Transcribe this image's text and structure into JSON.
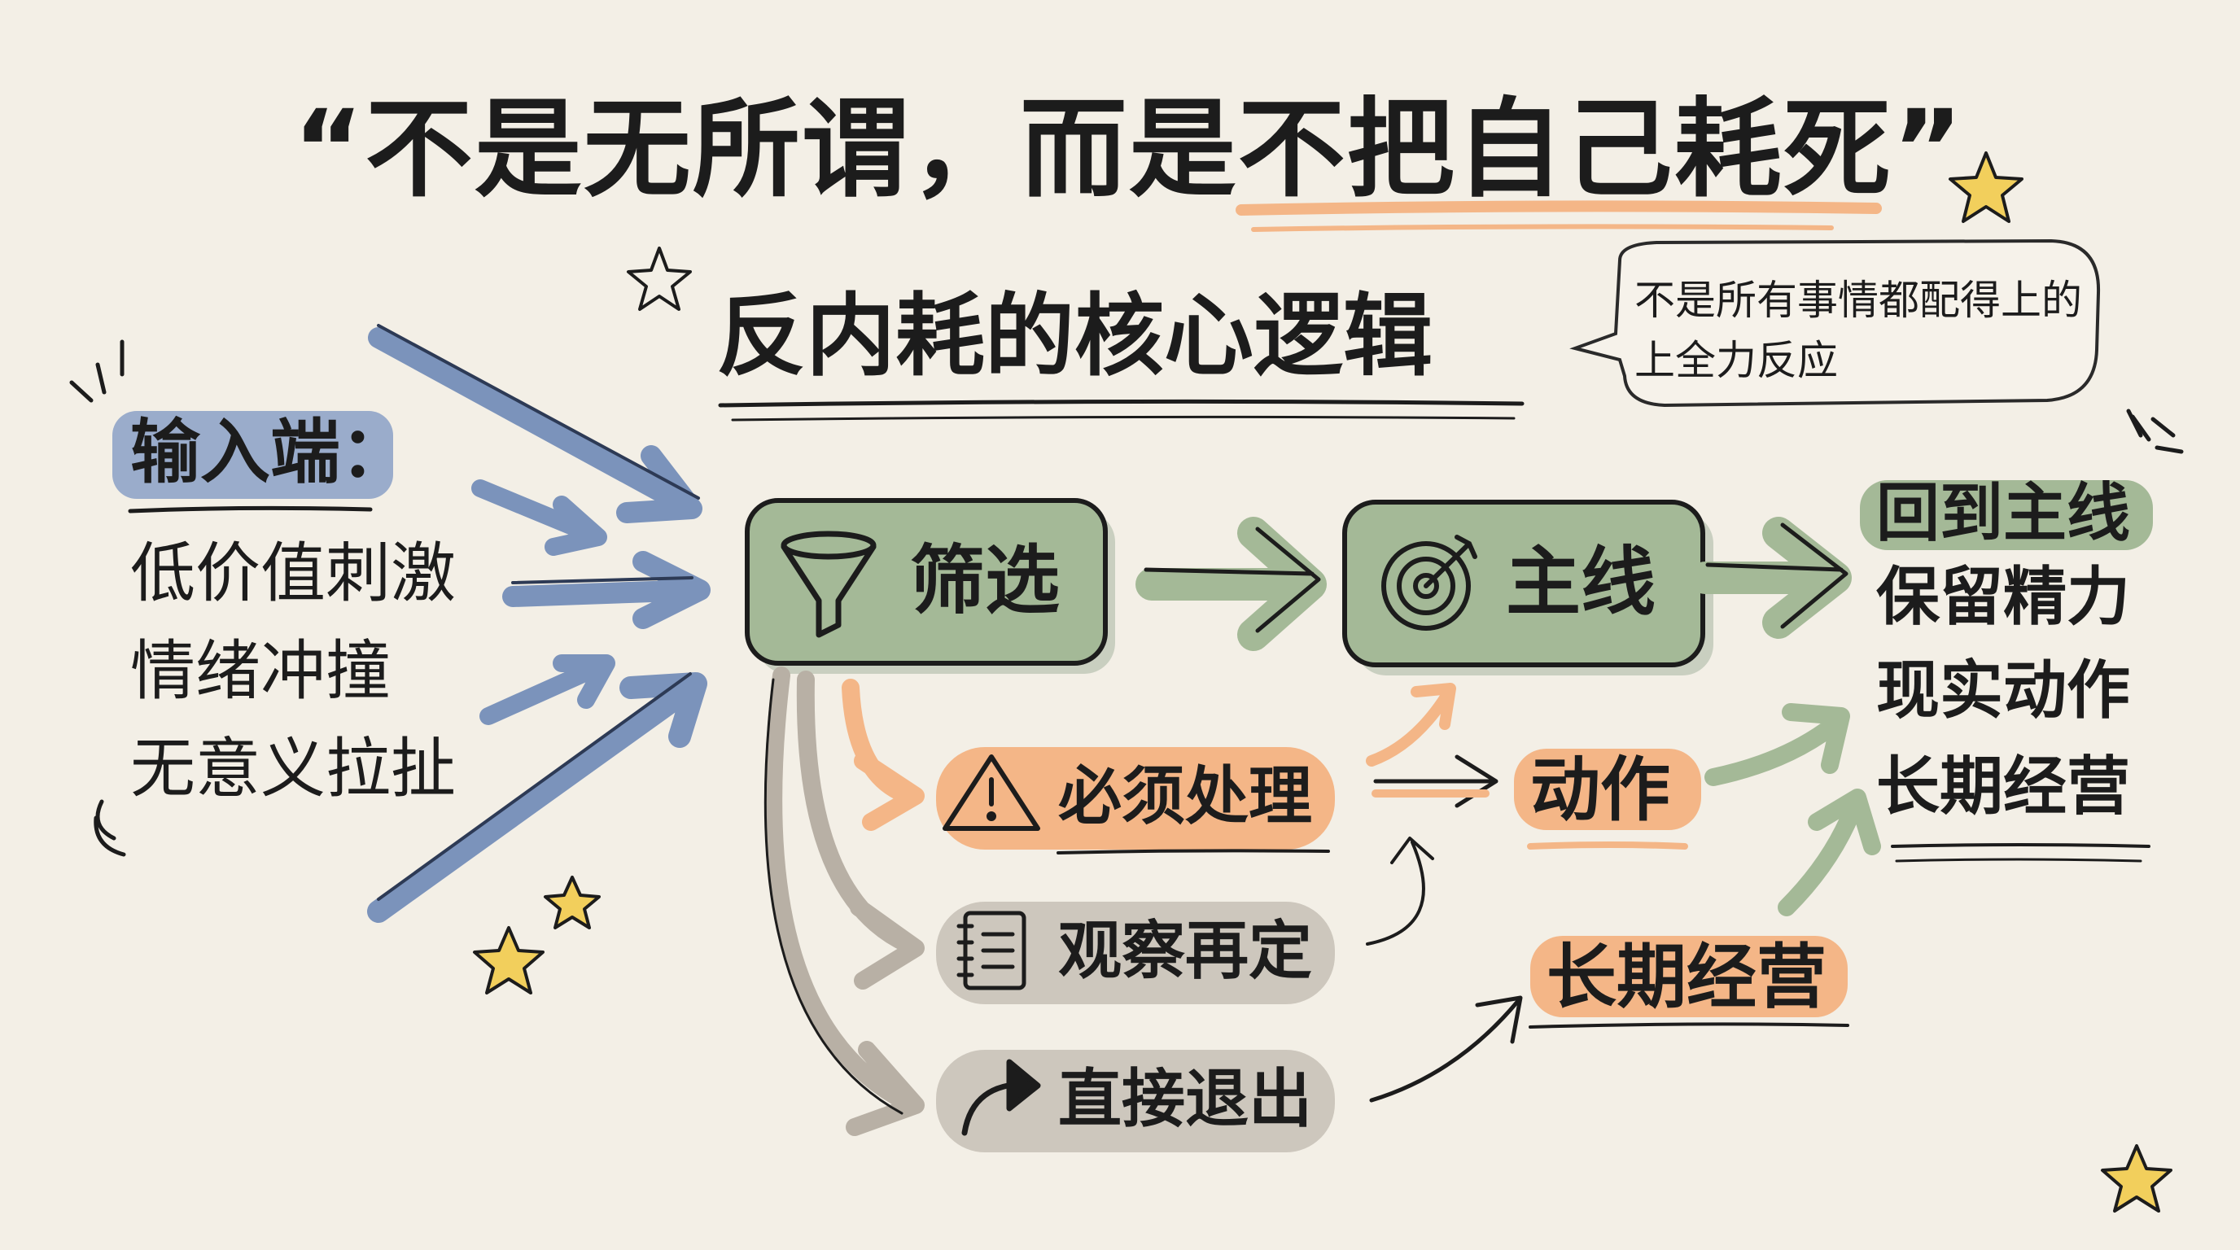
{
  "title": "“不是无所谓，而是不把自己耗死”",
  "subtitle": "反内耗的核心逻辑",
  "speech_bubble": "不是所有事情都配得上的上全力反应",
  "input": {
    "heading": "输入端：",
    "items": [
      "低价值刺激",
      "情绪冲撞",
      "无意义拉扯"
    ]
  },
  "filter_box": {
    "label": "筛选",
    "icon": "funnel-icon"
  },
  "mainline_box": {
    "label": "主线",
    "icon": "target-icon"
  },
  "branches": [
    {
      "label": "必须处理",
      "icon": "warning-icon"
    },
    {
      "label": "观察再定",
      "icon": "notepad-icon"
    },
    {
      "label": "直接退出",
      "icon": "redirect-arrow-icon"
    }
  ],
  "action_label": "动作",
  "long_term_label": "长期经营",
  "outcomes": [
    "回到主线",
    "保留精力",
    "现实动作",
    "长期经营"
  ],
  "colors": {
    "background": "#f3efe6",
    "blue_arrow": "#7b93bb",
    "green_box": "#a4b997",
    "orange": "#f4b687",
    "gray_pill": "#cdc7bd",
    "star": "#f2cf5c",
    "ink": "#1c1c1c"
  }
}
